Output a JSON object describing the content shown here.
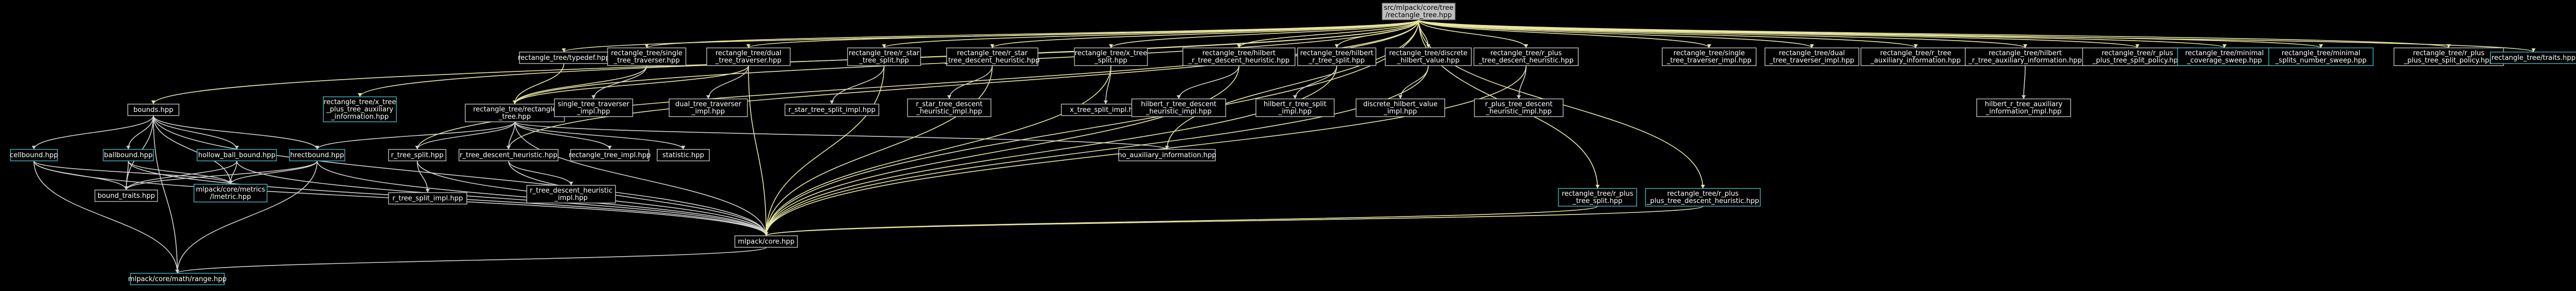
{
  "diagram": {
    "type": "include-dependency-graph",
    "colors": {
      "background": "#000000",
      "root_fill": "#bfbfbf",
      "node_border": "#bfbfbf",
      "linked_node_border": "#3fb8bf",
      "edge_primary": "#e8e6a0",
      "edge_secondary": "#cfcfcf"
    },
    "nodes": [
      {
        "id": "root",
        "label": [
          "src/mlpack/core/tree",
          "/rectangle_tree.hpp"
        ],
        "style": "root"
      },
      {
        "id": "bounds",
        "label": [
          "bounds.hpp"
        ],
        "style": "plain"
      },
      {
        "id": "cellbound",
        "label": [
          "cellbound.hpp"
        ],
        "style": "linked"
      },
      {
        "id": "ballbound",
        "label": [
          "ballbound.hpp"
        ],
        "style": "linked"
      },
      {
        "id": "hollow",
        "label": [
          "hollow_ball_bound.hpp"
        ],
        "style": "linked"
      },
      {
        "id": "hrect",
        "label": [
          "hrectbound.hpp"
        ],
        "style": "linked"
      },
      {
        "id": "bound_traits",
        "label": [
          "bound_traits.hpp"
        ],
        "style": "plain"
      },
      {
        "id": "lmetric",
        "label": [
          "mlpack/core/metrics",
          "/lmetric.hpp"
        ],
        "style": "linked"
      },
      {
        "id": "xplus_aux",
        "label": [
          "rectangle_tree/x_tree",
          "_plus_tree_auxiliary",
          "_information.hpp"
        ],
        "style": "linked"
      },
      {
        "id": "typedef",
        "label": [
          "rectangle_tree/typedef.hpp"
        ],
        "style": "plain"
      },
      {
        "id": "single_trav",
        "label": [
          "rectangle_tree/single",
          "_tree_traverser.hpp"
        ],
        "style": "plain"
      },
      {
        "id": "dual_trav",
        "label": [
          "rectangle_tree/dual",
          "_tree_traverser.hpp"
        ],
        "style": "plain"
      },
      {
        "id": "rect_tree",
        "label": [
          "rectangle_tree/rectangle",
          "_tree.hpp"
        ],
        "style": "plain"
      },
      {
        "id": "single_impl",
        "label": [
          "single_tree_traverser",
          "_impl.hpp"
        ],
        "style": "plain"
      },
      {
        "id": "dual_impl",
        "label": [
          "dual_tree_traverser",
          "_impl.hpp"
        ],
        "style": "plain"
      },
      {
        "id": "rstar_split",
        "label": [
          "rectangle_tree/r_star",
          "_tree_split.hpp"
        ],
        "style": "plain"
      },
      {
        "id": "rstar_split_impl",
        "label": [
          "r_star_tree_split_impl.hpp"
        ],
        "style": "plain"
      },
      {
        "id": "rstar_desc",
        "label": [
          "rectangle_tree/r_star",
          "_tree_descent_heuristic.hpp"
        ],
        "style": "plain"
      },
      {
        "id": "rstar_desc_impl",
        "label": [
          "r_star_tree_descent",
          "_heuristic_impl.hpp"
        ],
        "style": "plain"
      },
      {
        "id": "x_split",
        "label": [
          "rectangle_tree/x_tree",
          "_split.hpp"
        ],
        "style": "plain"
      },
      {
        "id": "x_split_impl",
        "label": [
          "x_tree_split_impl.hpp"
        ],
        "style": "plain"
      },
      {
        "id": "hilbert_desc",
        "label": [
          "rectangle_tree/hilbert",
          "_r_tree_descent_heuristic.hpp"
        ],
        "style": "plain"
      },
      {
        "id": "hilbert_desc_impl",
        "label": [
          "hilbert_r_tree_descent",
          "_heuristic_impl.hpp"
        ],
        "style": "plain"
      },
      {
        "id": "hilbert_split",
        "label": [
          "rectangle_tree/hilbert",
          "_r_tree_split.hpp"
        ],
        "style": "plain"
      },
      {
        "id": "hilbert_split_impl",
        "label": [
          "hilbert_r_tree_split",
          "_impl.hpp"
        ],
        "style": "plain"
      },
      {
        "id": "discrete_hv",
        "label": [
          "rectangle_tree/discrete",
          "_hilbert_value.hpp"
        ],
        "style": "plain"
      },
      {
        "id": "discrete_hv_impl",
        "label": [
          "discrete_hilbert_value",
          "_impl.hpp"
        ],
        "style": "plain"
      },
      {
        "id": "rplus_desc",
        "label": [
          "rectangle_tree/r_plus",
          "_tree_descent_heuristic.hpp"
        ],
        "style": "plain"
      },
      {
        "id": "rplus_desc_impl",
        "label": [
          "r_plus_tree_descent",
          "_heuristic_impl.hpp"
        ],
        "style": "plain"
      },
      {
        "id": "single_impl2",
        "label": [
          "rectangle_tree/single",
          "_tree_traverser_impl.hpp"
        ],
        "style": "plain"
      },
      {
        "id": "dual_impl2",
        "label": [
          "rectangle_tree/dual",
          "_tree_traverser_impl.hpp"
        ],
        "style": "plain"
      },
      {
        "id": "rtree_aux",
        "label": [
          "rectangle_tree/r_tree",
          "_auxiliary_information.hpp"
        ],
        "style": "plain"
      },
      {
        "id": "hilbert_aux",
        "label": [
          "rectangle_tree/hilbert",
          "_r_tree_auxiliary_information.hpp"
        ],
        "style": "plain"
      },
      {
        "id": "hilbert_aux_impl",
        "label": [
          "hilbert_r_tree_auxiliary",
          "_information_impl.hpp"
        ],
        "style": "plain"
      },
      {
        "id": "rplusplus_split_policy",
        "label": [
          "rectangle_tree/r_plus",
          "_plus_tree_split_policy.hpp"
        ],
        "style": "plain"
      },
      {
        "id": "min_cov",
        "label": [
          "rectangle_tree/minimal",
          "_coverage_sweep.hpp"
        ],
        "style": "linked"
      },
      {
        "id": "min_splits",
        "label": [
          "rectangle_tree/minimal",
          "_splits_number_sweep.hpp"
        ],
        "style": "linked"
      },
      {
        "id": "rplus_split_policy",
        "label": [
          "rectangle_tree/r_plus",
          "_plus_tree_split_policy.hpp"
        ],
        "style": "plain"
      },
      {
        "id": "traits",
        "label": [
          "rectangle_tree/traits.hpp"
        ],
        "style": "linked"
      },
      {
        "id": "r_split",
        "label": [
          "r_tree_split.hpp"
        ],
        "style": "plain"
      },
      {
        "id": "r_split_impl",
        "label": [
          "r_tree_split_impl.hpp"
        ],
        "style": "plain"
      },
      {
        "id": "r_desc",
        "label": [
          "r_tree_descent_heuristic.hpp"
        ],
        "style": "plain"
      },
      {
        "id": "r_desc_impl",
        "label": [
          "r_tree_descent_heuristic",
          "_impl.hpp"
        ],
        "style": "plain"
      },
      {
        "id": "rect_impl",
        "label": [
          "rectangle_tree_impl.hpp"
        ],
        "style": "plain"
      },
      {
        "id": "statistic",
        "label": [
          "statistic.hpp"
        ],
        "style": "plain"
      },
      {
        "id": "no_aux",
        "label": [
          "no_auxiliary_information.hpp"
        ],
        "style": "plain"
      },
      {
        "id": "rplus_split",
        "label": [
          "rectangle_tree/r_plus",
          "_tree_split.hpp"
        ],
        "style": "linked"
      },
      {
        "id": "rplusplus_desc",
        "label": [
          "rectangle_tree/r_plus",
          "_plus_tree_descent_heuristic.hpp"
        ],
        "style": "linked"
      },
      {
        "id": "core",
        "label": [
          "mlpack/core.hpp"
        ],
        "style": "plain"
      },
      {
        "id": "range",
        "label": [
          "mlpack/core/math/range.hpp"
        ],
        "style": "linked"
      }
    ],
    "edges": [
      [
        "root",
        "bounds",
        "hi"
      ],
      [
        "root",
        "xplus_aux",
        "hi"
      ],
      [
        "root",
        "typedef",
        "hi"
      ],
      [
        "root",
        "single_trav",
        "hi"
      ],
      [
        "root",
        "dual_trav",
        "hi"
      ],
      [
        "root",
        "rstar_split",
        "hi"
      ],
      [
        "root",
        "rstar_desc",
        "hi"
      ],
      [
        "root",
        "x_split",
        "hi"
      ],
      [
        "root",
        "hilbert_desc",
        "hi"
      ],
      [
        "root",
        "hilbert_split",
        "hi"
      ],
      [
        "root",
        "discrete_hv",
        "hi"
      ],
      [
        "root",
        "rplus_desc",
        "hi"
      ],
      [
        "root",
        "single_impl2",
        "hi"
      ],
      [
        "root",
        "dual_impl2",
        "hi"
      ],
      [
        "root",
        "rtree_aux",
        "hi"
      ],
      [
        "root",
        "hilbert_aux",
        "hi"
      ],
      [
        "root",
        "rplusplus_split_policy",
        "hi"
      ],
      [
        "root",
        "min_cov",
        "hi"
      ],
      [
        "root",
        "min_splits",
        "hi"
      ],
      [
        "root",
        "rplus_split_policy",
        "hi"
      ],
      [
        "root",
        "traits",
        "hi"
      ],
      [
        "root",
        "rect_tree",
        "hi"
      ],
      [
        "root",
        "rplus_split",
        "hi"
      ],
      [
        "root",
        "rplusplus_desc",
        "hi"
      ],
      [
        "root",
        "core",
        "hi"
      ],
      [
        "root",
        "r_split",
        "hi"
      ],
      [
        "root",
        "r_desc",
        "hi"
      ],
      [
        "root",
        "no_aux",
        "hi"
      ],
      [
        "bounds",
        "cellbound",
        "norm"
      ],
      [
        "bounds",
        "ballbound",
        "norm"
      ],
      [
        "bounds",
        "hollow",
        "norm"
      ],
      [
        "bounds",
        "hrect",
        "norm"
      ],
      [
        "bounds",
        "bound_traits",
        "norm"
      ],
      [
        "bounds",
        "lmetric",
        "norm"
      ],
      [
        "bounds",
        "core",
        "norm"
      ],
      [
        "bounds",
        "range",
        "norm"
      ],
      [
        "cellbound",
        "bound_traits",
        "norm"
      ],
      [
        "cellbound",
        "lmetric",
        "norm"
      ],
      [
        "cellbound",
        "core",
        "norm"
      ],
      [
        "cellbound",
        "range",
        "norm"
      ],
      [
        "ballbound",
        "bound_traits",
        "norm"
      ],
      [
        "ballbound",
        "lmetric",
        "norm"
      ],
      [
        "ballbound",
        "core",
        "norm"
      ],
      [
        "hollow",
        "bound_traits",
        "norm"
      ],
      [
        "hollow",
        "lmetric",
        "norm"
      ],
      [
        "hollow",
        "core",
        "norm"
      ],
      [
        "hrect",
        "bound_traits",
        "norm"
      ],
      [
        "hrect",
        "lmetric",
        "norm"
      ],
      [
        "hrect",
        "core",
        "norm"
      ],
      [
        "hrect",
        "range",
        "norm"
      ],
      [
        "typedef",
        "rect_tree",
        "hi"
      ],
      [
        "single_trav",
        "rect_tree",
        "hi"
      ],
      [
        "single_trav",
        "single_impl",
        "norm"
      ],
      [
        "dual_trav",
        "rect_tree",
        "hi"
      ],
      [
        "dual_trav",
        "dual_impl",
        "norm"
      ],
      [
        "dual_trav",
        "core",
        "hi"
      ],
      [
        "rect_tree",
        "hrect",
        "norm"
      ],
      [
        "rect_tree",
        "r_split",
        "norm"
      ],
      [
        "rect_tree",
        "r_desc",
        "norm"
      ],
      [
        "rect_tree",
        "rect_impl",
        "norm"
      ],
      [
        "rect_tree",
        "statistic",
        "norm"
      ],
      [
        "rect_tree",
        "no_aux",
        "norm"
      ],
      [
        "rect_tree",
        "core",
        "norm"
      ],
      [
        "r_split",
        "r_split_impl",
        "norm"
      ],
      [
        "r_split",
        "core",
        "norm"
      ],
      [
        "r_desc",
        "r_desc_impl",
        "norm"
      ],
      [
        "r_desc",
        "core",
        "norm"
      ],
      [
        "rstar_split",
        "rstar_split_impl",
        "norm"
      ],
      [
        "rstar_split",
        "core",
        "hi"
      ],
      [
        "rstar_desc",
        "rstar_desc_impl",
        "norm"
      ],
      [
        "rstar_desc",
        "core",
        "hi"
      ],
      [
        "x_split",
        "x_split_impl",
        "norm"
      ],
      [
        "x_split",
        "core",
        "hi"
      ],
      [
        "hilbert_desc",
        "hilbert_desc_impl",
        "norm"
      ],
      [
        "hilbert_desc",
        "core",
        "hi"
      ],
      [
        "hilbert_split",
        "hilbert_split_impl",
        "norm"
      ],
      [
        "hilbert_split",
        "core",
        "hi"
      ],
      [
        "discrete_hv",
        "discrete_hv_impl",
        "norm"
      ],
      [
        "discrete_hv",
        "core",
        "hi"
      ],
      [
        "rplus_desc",
        "rplus_desc_impl",
        "norm"
      ],
      [
        "rplus_desc",
        "core",
        "hi"
      ],
      [
        "hilbert_aux",
        "hilbert_aux_impl",
        "norm"
      ],
      [
        "rplus_split",
        "core",
        "hi"
      ],
      [
        "rplusplus_desc",
        "core",
        "hi"
      ],
      [
        "core",
        "range",
        "norm"
      ]
    ]
  }
}
